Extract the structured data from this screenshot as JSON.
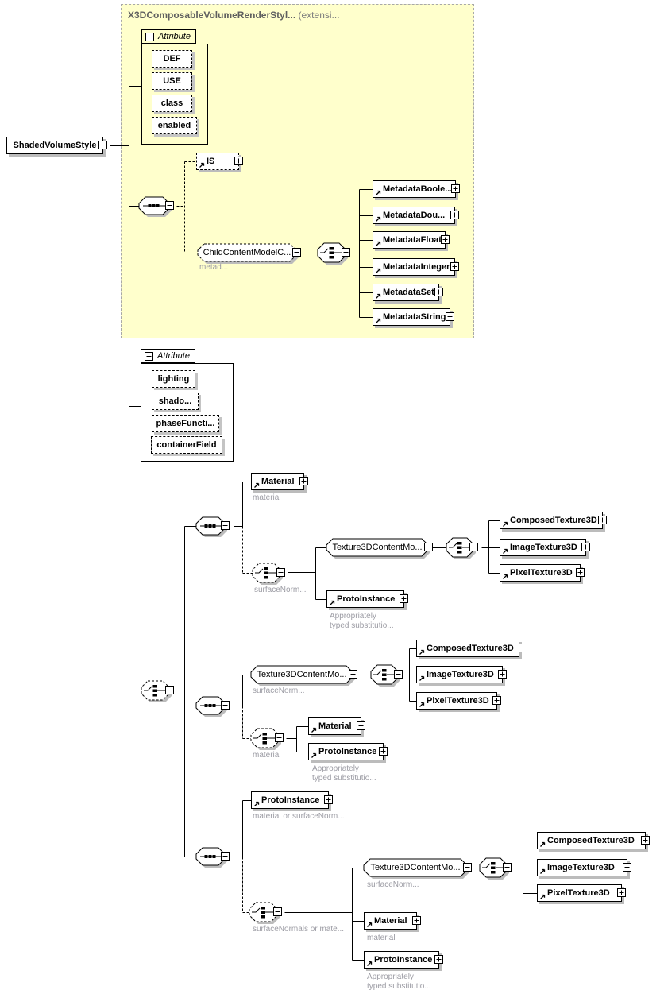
{
  "colors": {
    "panel_bg": "#ffffcc",
    "panel_border": "#a8a8a8",
    "node_border": "#000000",
    "node_shadow": "#bcbcbc",
    "annotation_text": "#9c9ca4",
    "header_text": "#5f5f5f"
  },
  "panel": {
    "title": "X3DComposableVolumeRenderStyl...",
    "title_suffix": "(extensi..."
  },
  "root": {
    "label": "ShadedVolumeStyle"
  },
  "labels": {
    "attribute": "Attribute"
  },
  "attr_group_top": {
    "items": [
      "DEF",
      "USE",
      "class",
      "enabled"
    ]
  },
  "attr_group_main": {
    "items": [
      "lighting",
      "shado...",
      "phaseFuncti...",
      "containerField"
    ]
  },
  "is_node": {
    "label": "IS"
  },
  "child_content": {
    "label": "ChildContentModelC...",
    "annotation": "metad..."
  },
  "metadata": {
    "items": [
      "MetadataBoole...",
      "MetadataDou...",
      "MetadataFloat",
      "MetadataInteger",
      "MetadataSet",
      "MetadataString"
    ]
  },
  "group1": {
    "material": {
      "label": "Material",
      "annotation": "material"
    },
    "choice_annotation": "surfaceNorm...",
    "texture": {
      "label": "Texture3DContentMo..."
    },
    "textures": [
      "ComposedTexture3D",
      "ImageTexture3D",
      "PixelTexture3D"
    ],
    "proto": {
      "label": "ProtoInstance",
      "annotation1": "Appropriately",
      "annotation2": "typed substitutio..."
    }
  },
  "group2": {
    "texture": {
      "label": "Texture3DContentMo...",
      "annotation": "surfaceNorm..."
    },
    "textures": [
      "ComposedTexture3D",
      "ImageTexture3D",
      "PixelTexture3D"
    ],
    "choice_annotation": "material",
    "material": {
      "label": "Material"
    },
    "proto": {
      "label": "ProtoInstance",
      "annotation1": "Appropriately",
      "annotation2": "typed substitutio..."
    }
  },
  "group3": {
    "proto_top": {
      "label": "ProtoInstance",
      "annotation": "material or surfaceNorm..."
    },
    "choice_annotation": "surfaceNormals or mate...",
    "texture": {
      "label": "Texture3DContentMo...",
      "annotation": "surfaceNorm..."
    },
    "textures": [
      "ComposedTexture3D",
      "ImageTexture3D",
      "PixelTexture3D"
    ],
    "material": {
      "label": "Material",
      "annotation": "material"
    },
    "proto": {
      "label": "ProtoInstance",
      "annotation1": "Appropriately",
      "annotation2": "typed substitutio..."
    }
  }
}
